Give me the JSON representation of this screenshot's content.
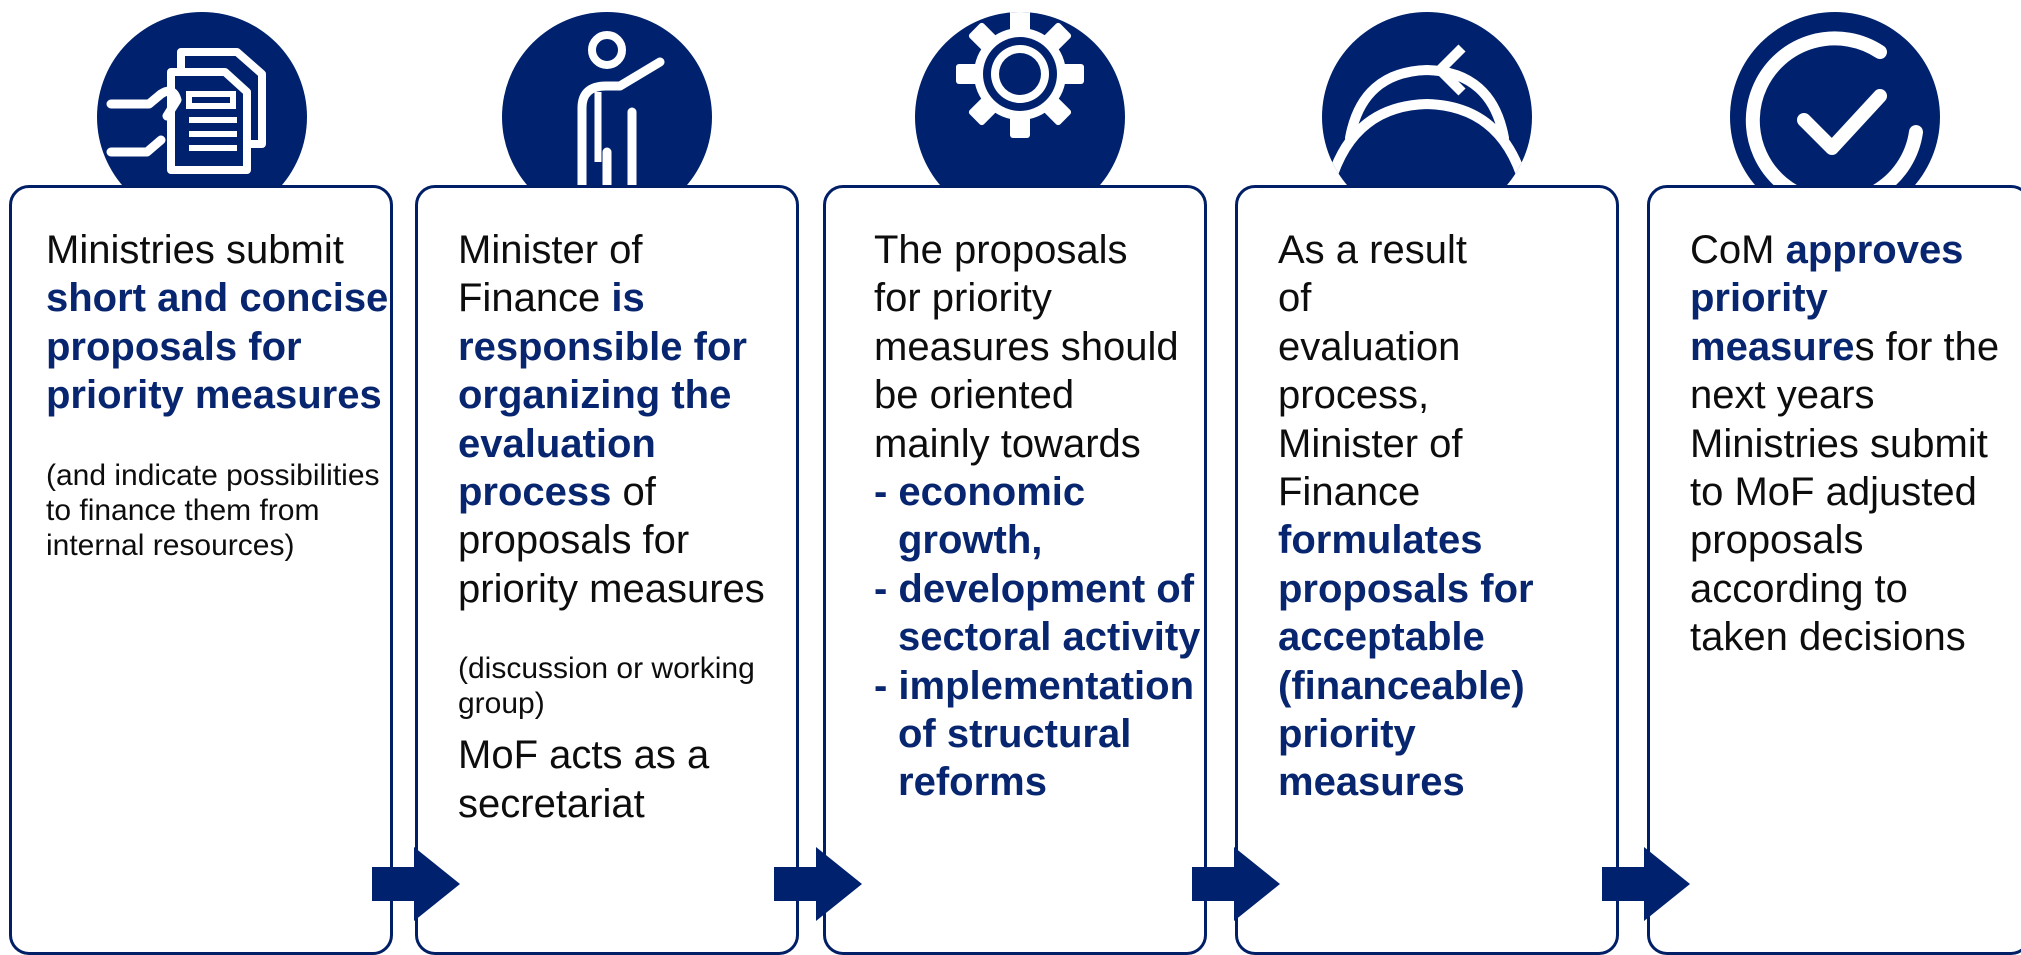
{
  "colors": {
    "navy": "#00226e",
    "border": "#001f66",
    "highlight": "#08266f",
    "text": "#0d0d0d"
  },
  "steps": [
    {
      "icon": "document-hand-icon",
      "text_pre": "Ministries submit",
      "text_bold": "short and concise proposals for priority measures",
      "note": "(and indicate possibilities to finance them from internal resources)"
    },
    {
      "icon": "person-pointing-icon",
      "line1": "Minister of",
      "line2_pre": "Finance ",
      "line2_bold": "is",
      "bold_block": "responsible for organizing the evaluation process",
      "after_bold": " of",
      "rest": "proposals for priority measures",
      "note": "(discussion or working group)",
      "extra": "MoF acts as a secretariat"
    },
    {
      "icon": "gear-icon",
      "text": "The proposals for priority measures should be oriented mainly towards",
      "bullets": [
        "- economic growth,",
        "- development of sectoral activity",
        "- implementation of structural reforms"
      ]
    },
    {
      "icon": "cycle-arrow-icon",
      "text": "As a result of evaluation process, Minister of Finance",
      "text_bold": "formulates proposals for acceptable (financeable) priority measures"
    },
    {
      "icon": "checkmark-icon",
      "pre": "CoM ",
      "bold": "approves priority measure",
      "suffix": "s for the next years Ministries submit to MoF adjusted proposals according to taken decisions"
    }
  ]
}
